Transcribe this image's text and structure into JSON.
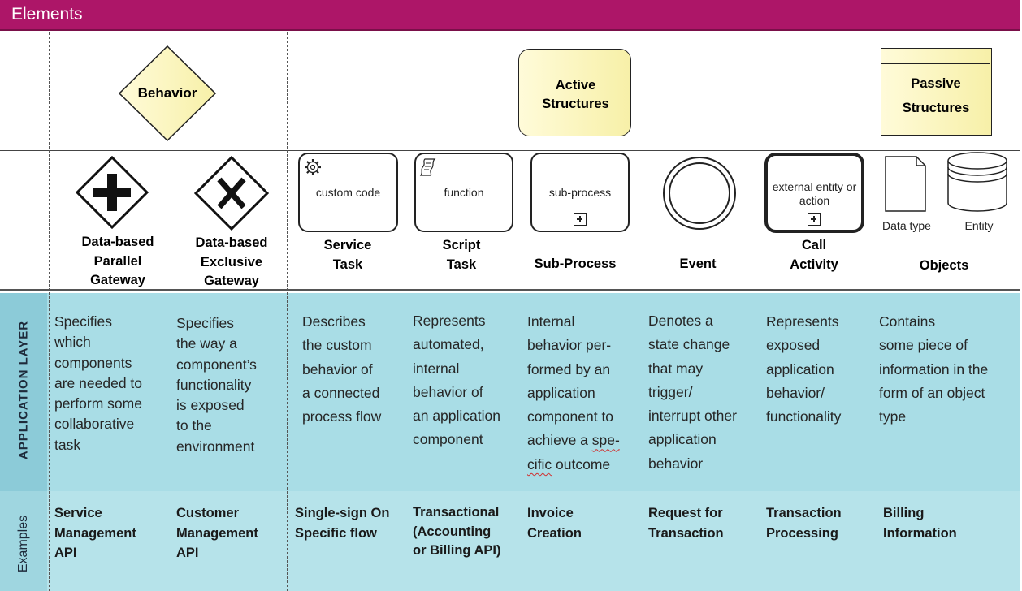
{
  "title": "Elements",
  "layers": {
    "application": "APPLICATION LAYER",
    "examples": "Examples"
  },
  "categories": {
    "behavior": "Behavior",
    "active_line1": "Active",
    "active_line2": "Structures",
    "passive_line1": "Passive",
    "passive_line2": "Structures"
  },
  "elements": {
    "parallel_gateway": "Data-based\nParallel\nGateway",
    "exclusive_gateway": "Data-based\nExclusive\nGateway",
    "service_task_inner": "custom code",
    "service_task": "Service\nTask",
    "script_task_inner": "function",
    "script_task": "Script\nTask",
    "subprocess_inner": "sub-process",
    "subprocess": "Sub-Process",
    "event": "Event",
    "call_activity_inner": "external entity or\naction",
    "call_activity": "Call\nActivity",
    "data_type": "Data type",
    "entity": "Entity",
    "objects": "Objects"
  },
  "descriptions": {
    "parallel_gateway": "Specifies\nwhich\ncomponents\nare needed to\nperform some\ncollaborative\ntask",
    "exclusive_gateway": "Specifies\nthe way a\ncomponent’s\nfunctionality\nis exposed\nto the\nenvironment",
    "service_task": "Describes\nthe custom\nbehavior of\na connected\nprocess flow",
    "script_task": "Represents\nautomated,\ninternal\nbehavior of\nan application\ncomponent",
    "subprocess_a": "Internal\nbehavior per-\nformed by an\napplication\ncomponent to\nachieve a ",
    "subprocess_b": "spe-",
    "subprocess_c": "cific",
    "subprocess_d": " outcome",
    "event": "Denotes a\nstate change\nthat may\ntrigger/\ninterrupt other\napplication\nbehavior",
    "call_activity": "Represents\nexposed\napplication\nbehavior/\nfunctionality",
    "objects": "Contains\nsome piece of\ninformation in the\nform of an object\ntype"
  },
  "examples": {
    "parallel_gateway": "Service\nManagement\nAPI",
    "exclusive_gateway": "Customer\nManagement\nAPI",
    "service_task": "Single-sign On\nSpecific flow",
    "script_task": "Transactional\n(Accounting\nor Billing API)",
    "subprocess": "Invoice\nCreation",
    "event": "Request for\nTransaction",
    "call_activity": "Transaction\nProcessing",
    "objects": "Billing\nInformation"
  },
  "colors": {
    "title_bar": "#ad1668",
    "application_layer": "#a9dde6",
    "examples_row": "#b6e3ea",
    "category_fill": "#f7f0a8"
  },
  "icons": [
    "plus-gateway-icon",
    "x-gateway-icon",
    "gear-icon",
    "script-icon",
    "plus-marker-icon",
    "event-circle-icon",
    "document-icon",
    "database-icon"
  ]
}
